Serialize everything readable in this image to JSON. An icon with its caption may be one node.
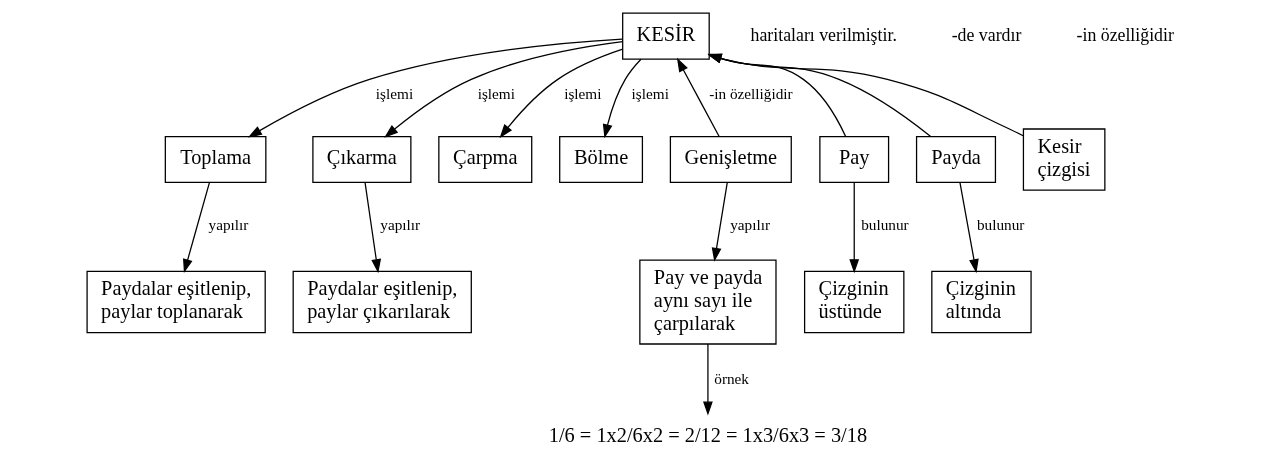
{
  "diagram": {
    "nodes": [
      {
        "text": [
          "KESİR"
        ]
      },
      {
        "text": [
          "Toplama"
        ]
      },
      {
        "text": [
          "Çıkarma"
        ]
      },
      {
        "text": [
          "Çarpma"
        ]
      },
      {
        "text": [
          "Bölme"
        ]
      },
      {
        "text": [
          "Paydalar eşitlenip, paylar toplanarak"
        ]
      },
      {
        "text": [
          "Paydalar eşitlenip, paylar çıkarılarak"
        ]
      },
      {
        "text": [
          "Genişletme"
        ]
      },
      {
        "text": [
          "Pay ve payda aynı sayı ile çarpılarak"
        ]
      },
      {
        "text": [
          "1/6 = 1x2/6x2 = 2/12 = 1x3/6x3 = 3/18"
        ]
      },
      {
        "text": [
          "Pay"
        ]
      },
      {
        "text": [
          "Payda"
        ]
      },
      {
        "text": [
          "Kesir çizgisi"
        ]
      },
      {
        "text": [
          "Çizginin üstünde"
        ]
      },
      {
        "text": [
          "Çizginin altında"
        ]
      }
    ],
    "edges": [
      {
        "from": 0,
        "to": 1,
        "arrow": "to",
        "label": "işlemi"
      },
      {
        "from": 0,
        "to": 2,
        "arrow": "to",
        "label": "işlemi"
      },
      {
        "from": 0,
        "to": 3,
        "arrow": "to",
        "label": "işlemi"
      },
      {
        "from": 0,
        "to": 4,
        "arrow": "to",
        "label": "işlemi"
      },
      {
        "from": 1,
        "to": 5,
        "arrow": "to",
        "label": "yapılır"
      },
      {
        "from": 2,
        "to": 6,
        "arrow": "to",
        "label": "yapılır"
      },
      {
        "from": 7,
        "to": 0,
        "arrow": "to",
        "label": "-in özelliğidir"
      },
      {
        "from": 7,
        "to": 8,
        "arrow": "to",
        "label": "yapılır"
      },
      {
        "from": 8,
        "to": 9,
        "arrow": "to",
        "label": "örnek"
      },
      {
        "from": 10,
        "to": 0,
        "arrow": "to"
      },
      {
        "from": 11,
        "to": 0,
        "arrow": "to"
      },
      {
        "from": 12,
        "to": 0,
        "arrow": "to"
      },
      {
        "from": 10,
        "to": 13,
        "arrow": "to",
        "label": "bulunur"
      },
      {
        "from": 11,
        "to": 14,
        "arrow": "to",
        "label": "bulunur"
      }
    ],
    "labels": [
      "haritaları verilmiştir.",
      "-de vardır",
      "-in özelliğidir"
    ]
  }
}
